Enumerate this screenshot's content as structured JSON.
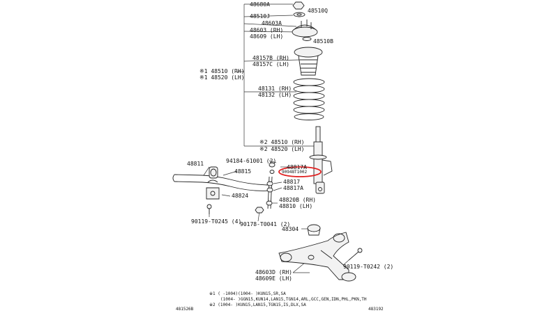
{
  "labels": {
    "p48680A": "48680A",
    "p48510Q": "48510Q",
    "p48510J": "48510J",
    "p48603A": "48603A",
    "p48603RH": "48603 (RH)",
    "p48609LH": "48609 (LH)",
    "p48510B": "48510B",
    "p48157B": "48157B (RH)",
    "p48157C": "48157C (LH)",
    "p48510RH_1": "※1 48510 (RH)",
    "p48520LH_1": "※1 48520 (LH)",
    "p48131": "48131 (RH)",
    "p48132": "48132 (LH)",
    "p48510RH_2": "※2 48510 (RH)",
    "p48520LH_2": "※2 48520 (LH)",
    "p94184": "94184-61001 (2)",
    "p48817A_top": "48817A",
    "p48811": "48811",
    "p48815": "48815",
    "pCircled": "90948T1002",
    "p48817": "48817",
    "p48817A_bot": "48817A",
    "p48824": "48824",
    "p48820B": "48820B (RH)",
    "p48810": "48810 (LH)",
    "p90119_4": "90119-T0245 (4)",
    "p90178": "90178-T0041 (2)",
    "p48304": "48304",
    "p90119_2": "90119-T0242 (2)",
    "p48603D": "48603D (RH)",
    "p48609E": "48609E (LH)"
  },
  "notes": {
    "n1": "※1 (     -1004)(1004-     )KUN15,SR,SA",
    "n2": "(1004-     )GGN15,KUN14,LAN15,TGN14,ARL,GCC,GEN,IDN,PHL,PKN,TH",
    "n3": "※2 (1004-     )KUN15,LAN15,TGN15,IS,DLX,SA"
  },
  "corner_codes": {
    "left": "481526B",
    "right": "483192"
  },
  "colors": {
    "line": "#222222",
    "highlight": "#e02020"
  }
}
